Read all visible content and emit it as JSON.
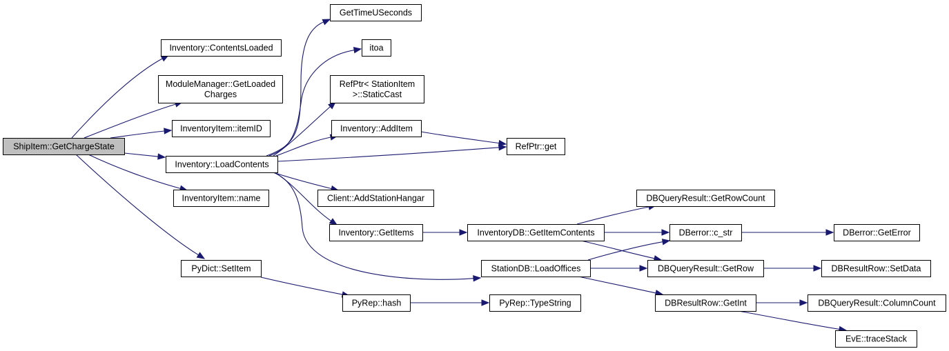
{
  "colors": {
    "edge": "#191970",
    "root_fill": "#bfbfbf",
    "node_fill": "#ffffff",
    "border": "#000000"
  },
  "nodes": {
    "shipitem_getchargestate": {
      "lines": [
        "ShipItem::GetChargeState"
      ]
    },
    "inventory_contentsloaded": {
      "lines": [
        "Inventory::ContentsLoaded"
      ]
    },
    "modulemanager_getloadedcharges": {
      "lines": [
        "ModuleManager::GetLoaded",
        "Charges"
      ]
    },
    "inventoryitem_itemid": {
      "lines": [
        "InventoryItem::itemID"
      ]
    },
    "inventory_loadcontents": {
      "lines": [
        "Inventory::LoadContents"
      ]
    },
    "inventoryitem_name": {
      "lines": [
        "InventoryItem::name"
      ]
    },
    "pydict_setitem": {
      "lines": [
        "PyDict::SetItem"
      ]
    },
    "gettimeuseconds": {
      "lines": [
        "GetTimeUSeconds"
      ]
    },
    "itoa": {
      "lines": [
        "itoa"
      ]
    },
    "refptr_staticcast": {
      "lines": [
        "RefPtr< StationItem",
        " >::StaticCast"
      ]
    },
    "inventory_additem": {
      "lines": [
        "Inventory::AddItem"
      ]
    },
    "client_addstationhangar": {
      "lines": [
        "Client::AddStationHangar"
      ]
    },
    "inventory_getitems": {
      "lines": [
        "Inventory::GetItems"
      ]
    },
    "stationdb_loadoffices": {
      "lines": [
        "StationDB::LoadOffices"
      ]
    },
    "pyrep_hash": {
      "lines": [
        "PyRep::hash"
      ]
    },
    "refptr_get": {
      "lines": [
        "RefPtr::get"
      ]
    },
    "inventorydb_getitemcontents": {
      "lines": [
        "InventoryDB::GetItemContents"
      ]
    },
    "pyrep_typestring": {
      "lines": [
        "PyRep::TypeString"
      ]
    },
    "dbqueryresult_getrowcount": {
      "lines": [
        "DBQueryResult::GetRowCount"
      ]
    },
    "dberror_c_str": {
      "lines": [
        "DBerror::c_str"
      ]
    },
    "dbqueryresult_getrow": {
      "lines": [
        "DBQueryResult::GetRow"
      ]
    },
    "dbresultrow_getint": {
      "lines": [
        "DBResultRow::GetInt"
      ]
    },
    "dberror_geterror": {
      "lines": [
        "DBerror::GetError"
      ]
    },
    "dbresultrow_setdata": {
      "lines": [
        "DBResultRow::SetData"
      ]
    },
    "dbqueryresult_columncount": {
      "lines": [
        "DBQueryResult::ColumnCount"
      ]
    },
    "eve_tracestack": {
      "lines": [
        "EvE::traceStack"
      ]
    }
  }
}
